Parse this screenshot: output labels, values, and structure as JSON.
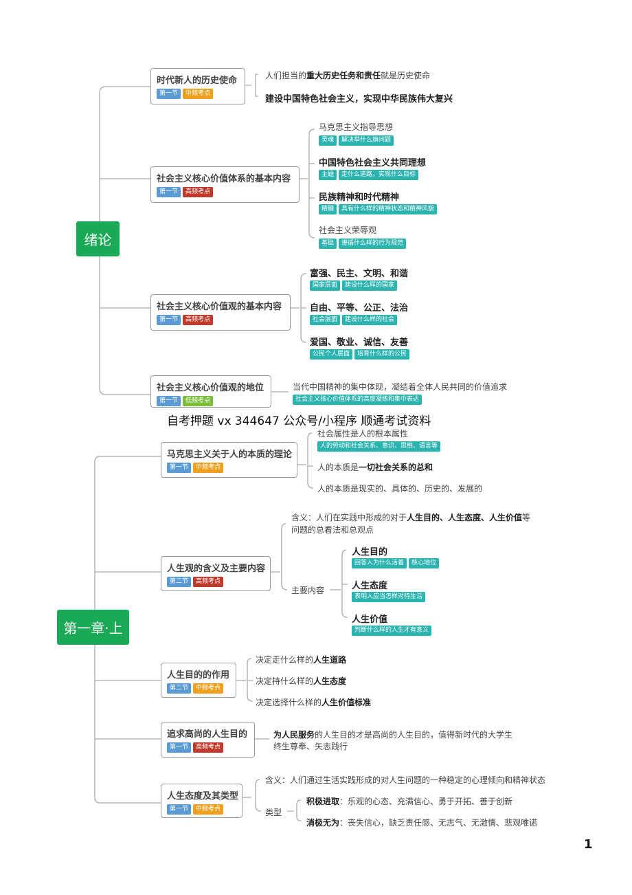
{
  "intro": {
    "root": "绪论",
    "n1": {
      "title": "时代新人的历史使命",
      "tags": [
        "第一节",
        "中频考点"
      ],
      "c1a": "人们担当的",
      "c1b": "重大历史任务和责任",
      "c1c": "就是历史使命",
      "c2": "建设中国特色社会主义，实现中华民族伟大复兴"
    },
    "n2": {
      "title": "社会主义核心价值体系的基本内容",
      "tags": [
        "第一节",
        "高频考点"
      ],
      "items": [
        {
          "label": "马克思主义指导思想",
          "tags": [
            "灵魂",
            "解决举什么旗问题"
          ]
        },
        {
          "label": "中国特色社会主义共同理想",
          "tags": [
            "主题",
            "走什么道路，实现什么目标"
          ]
        },
        {
          "label": "民族精神和时代精神",
          "tags": [
            "精髓",
            "具有什么样的精神状态和精神风貌"
          ]
        },
        {
          "label": "社会主义荣辱观",
          "tags": [
            "基础",
            "遵循什么样的行为规范"
          ]
        }
      ]
    },
    "n3": {
      "title": "社会主义核心价值观的基本内容",
      "tags": [
        "第一节",
        "高频考点"
      ],
      "items": [
        {
          "label": "富强、民主、文明、和谐",
          "tags": [
            "国家层面",
            "建设什么样的国家"
          ]
        },
        {
          "label": "自由、平等、公正、法治",
          "tags": [
            "社会层面",
            "建设什么样的社会"
          ]
        },
        {
          "label": "爱国、敬业、诚信、友善",
          "tags": [
            "公民个人层面",
            "培育什么样的公民"
          ]
        }
      ]
    },
    "n4": {
      "title": "社会主义核心价值观的地位",
      "tags": [
        "第一节",
        "低频考点"
      ],
      "text": "当代中国精神的集中体现，凝结着全体人民共同的价值追求",
      "tag": "社会主义核心价值体系的高度凝练和集中表达"
    }
  },
  "watermark": "自考押题  vx 344647 公众号/小程序 顺通考试资料",
  "ch1": {
    "root": "第一章·上",
    "n1": {
      "title": "马克思主义关于人的本质的理论",
      "tags": [
        "第一节",
        "中频考点"
      ],
      "i1": "社会属性是人的根本属性",
      "i1tag": "人的劳动和社会关系、意识、思维、语言等",
      "i2a": "人的本质是",
      "i2b": "一切社会关系的总和",
      "i3": "人的本质是现实的、具体的、历史的、发展的"
    },
    "n2": {
      "title": "人生观的含义及主要内容",
      "tags": [
        "第二节",
        "高频考点"
      ],
      "meaning_a": "含义：人们在实践中形成的对于",
      "meaning_b": "人生目的、人生态度、人生价值",
      "meaning_c": "等",
      "meaning_d": "问题的总看法和总观点",
      "main_label": "主要内容",
      "items": [
        {
          "label": "人生目的",
          "tags": [
            "回答人为什么活着",
            "核心地位"
          ]
        },
        {
          "label": "人生态度",
          "tags": [
            "表明人应当怎样对待生活"
          ]
        },
        {
          "label": "人生价值",
          "tags": [
            "判断什么样的人生才有意义"
          ]
        }
      ]
    },
    "n3": {
      "title": "人生目的的作用",
      "tags": [
        "第二节",
        "中频考点"
      ],
      "items": [
        {
          "a": "决定走什么样的",
          "b": "人生道路"
        },
        {
          "a": "决定持什么样的",
          "b": "人生态度"
        },
        {
          "a": "决定选择什么样的",
          "b": "人生价值标准"
        }
      ]
    },
    "n4": {
      "title": "追求高尚的人生目的",
      "tags": [
        "第一节",
        "高频考点"
      ],
      "a": "为人民服务",
      "b": "的人生目的才是高尚的人生目的，值得新时代的大学生",
      "c": "终生尊奉、矢志践行"
    },
    "n5": {
      "title": "人生态度及其类型",
      "tags": [
        "第一节",
        "中频考点"
      ],
      "meaning": "含义：人们通过生活实践形成的对人生问题的一种稳定的心理倾向和精神状态",
      "type_label": "类型",
      "t1a": "积极进取",
      "t1b": "：乐观的心态、充满信心、勇于开拓、善于创新",
      "t2a": "消极无为",
      "t2b": "：丧失信心，缺乏责任感、无志气、无激情、悲观唯诺"
    }
  },
  "page_number": "1"
}
